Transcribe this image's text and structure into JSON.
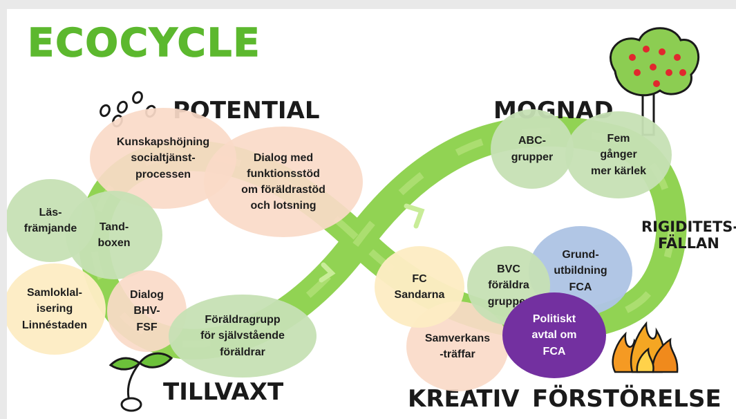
{
  "headings": {
    "title": "ECOCYCLE",
    "potential": "POTENTIAL",
    "mognad": "MOGNAD",
    "rigiditet_line1": "RIGIDITETS-",
    "rigiditet_line2": "FÄLLAN",
    "tillvaxt": "TILLVAXT",
    "kreativ": "KREATIV",
    "forstorelse": "FÖRSTÖRELSE"
  },
  "colors": {
    "title_green": "#5cb82e",
    "loop_green": "#8bd14a",
    "ink": "#1a1a1a",
    "peach": "#fadac8",
    "green": "#c6e0b4",
    "yellow": "#fdecc4",
    "blue": "#aec4e4",
    "purple": "#7330a0"
  },
  "bubbles": [
    {
      "id": "kunskap",
      "text": "Kunskapshöjning\nsocialtjänst-\nprocessen",
      "color": "peach"
    },
    {
      "id": "dialog-funk",
      "text": "Dialog med\nfunktionsstöd\nom föräldrastöd\noch lotsning",
      "color": "peach"
    },
    {
      "id": "tandboxen",
      "text": "Tand-\nboxen",
      "color": "green"
    },
    {
      "id": "lasframjande",
      "text": "Läs-\nfrämjande",
      "color": "green"
    },
    {
      "id": "samlokal",
      "text": "Samloklal-\nisering\nLinnéstaden",
      "color": "yellow"
    },
    {
      "id": "dialog-bhv",
      "text": "Dialog\nBHV-\nFSF",
      "color": "peach"
    },
    {
      "id": "foraldragrupp",
      "text": "Föräldragrupp\nför självstående\nföräldrar",
      "color": "green"
    },
    {
      "id": "abc",
      "text": "ABC-\ngrupper",
      "color": "green"
    },
    {
      "id": "fem",
      "text": "Fem\ngånger\nmer kärlek",
      "color": "green"
    },
    {
      "id": "samverkan",
      "text": "Samverkans\n-träffar",
      "color": "peach"
    },
    {
      "id": "fc-sandarna",
      "text": "FC\nSandarna",
      "color": "yellow"
    },
    {
      "id": "grund",
      "text": "Grund-\nutbildning\nFCA",
      "color": "blue"
    },
    {
      "id": "bvc",
      "text": "BVC\nföräldra\ngrupper",
      "color": "green"
    },
    {
      "id": "politiskt",
      "text": "Politiskt\navtal om\nFCA",
      "color": "purple"
    }
  ]
}
